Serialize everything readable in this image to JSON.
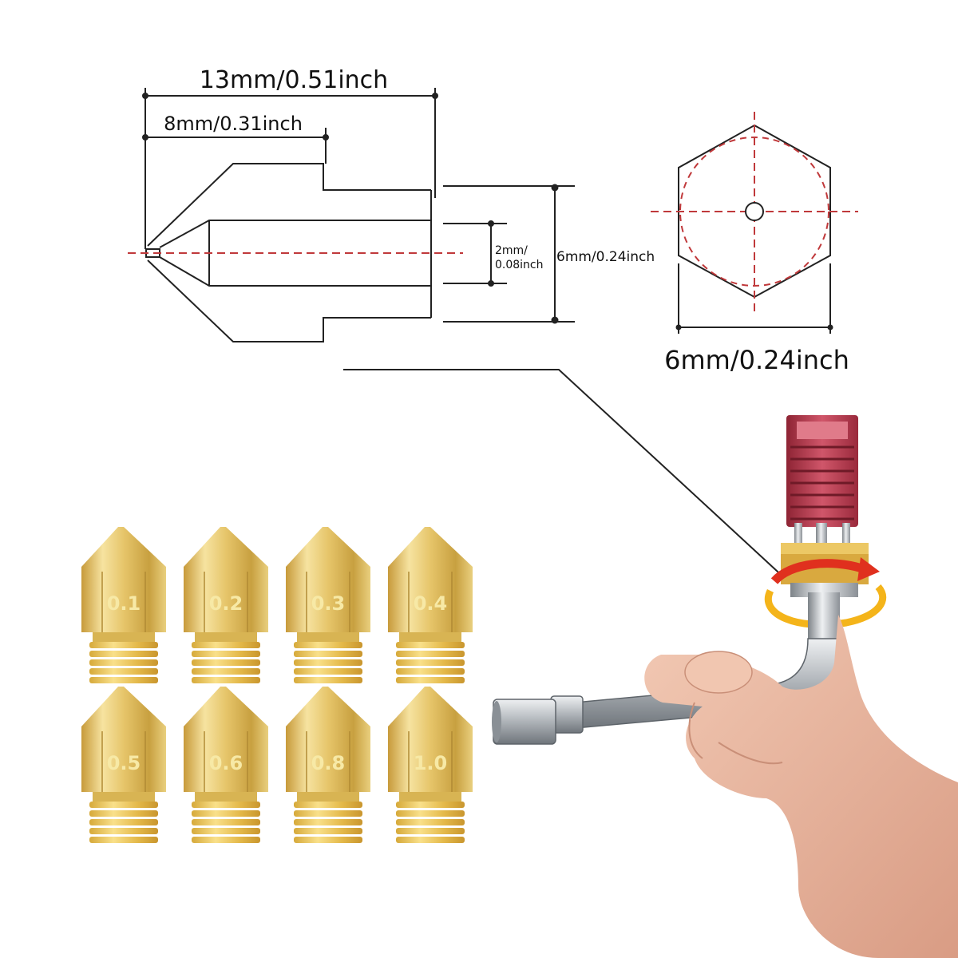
{
  "dimensions": {
    "total_length": "13mm/0.51inch",
    "tip_length": "8mm/0.31inch",
    "bore_line1": "2mm/",
    "bore_line2": "0.08inch",
    "thread_diameter": "6mm/0.24inch",
    "hex_width": "6mm/0.24inch"
  },
  "nozzles": {
    "row1": [
      "0.1",
      "0.2",
      "0.3",
      "0.4"
    ],
    "row2": [
      "0.5",
      "0.6",
      "0.8",
      "1.0"
    ]
  },
  "colors": {
    "line": "#222222",
    "centerline": "#c0393b",
    "brass_light": "#f2dc8a",
    "brass": "#d9b64a",
    "brass_dark": "#a9812a",
    "heatsink": "#b8374a",
    "wrench": "#b8bcc2",
    "skin": "#e8b8a2",
    "arrow_red": "#e0301e",
    "arrow_yellow": "#f4b41a"
  },
  "icons": [
    "nozzle-technical-drawing",
    "hex-end-view",
    "brass-nozzle",
    "hotend",
    "nozzle-wrench",
    "hand",
    "rotation-arrow"
  ]
}
